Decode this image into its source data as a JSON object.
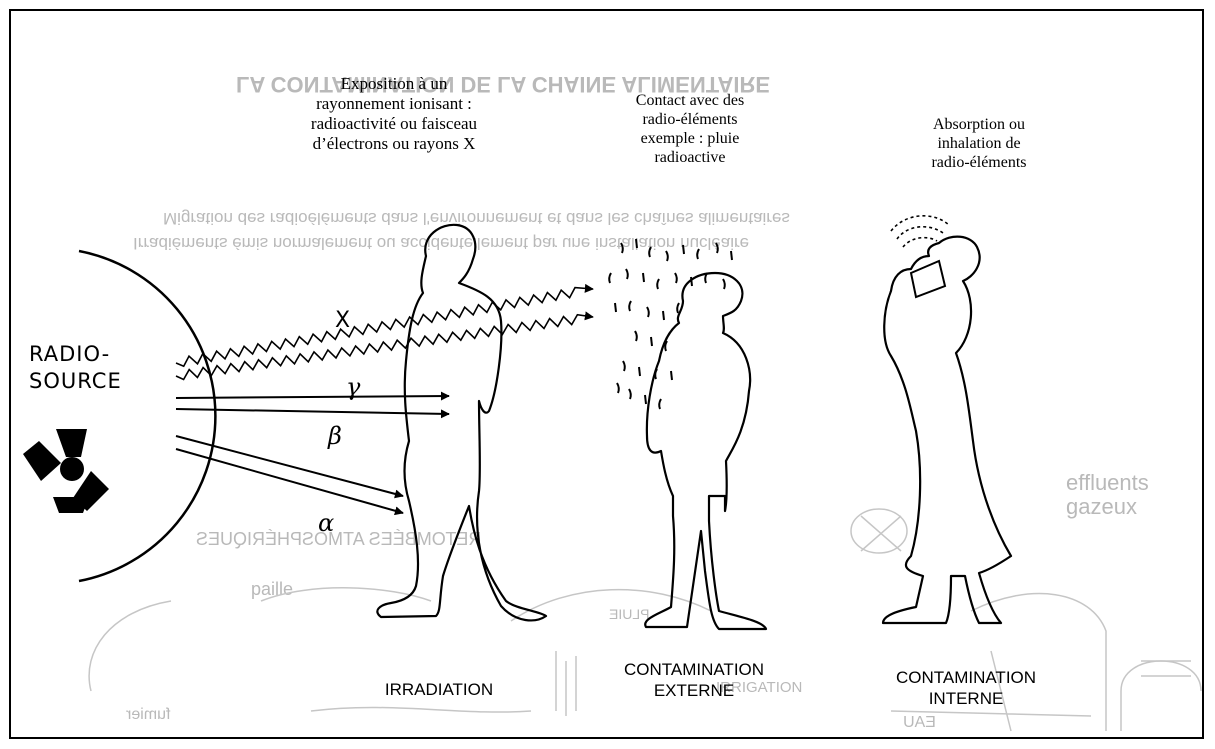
{
  "background_text": {
    "title": "LA CONTAMINATION DE LA CHAINE ALIMENTAIRE",
    "line1": "Migration des radioéléments dans l'environnement et dans les chaînes alimentaires",
    "line2": "Irradiéments émis normalement ou accidentellement par une installation nucléaire",
    "effluents": "effluents\ngazeux",
    "retombees": "RETOMBÉES ATMOSPHÉRIQUES",
    "paille": "paille",
    "fumier": "fumier",
    "irrigation": "IRRIGATION",
    "pluie": "PLUIE",
    "eau": "EAU"
  },
  "captions": {
    "irradiation": "Exposition à un\nrayonnement ionisant :\nradioactivité ou faisceau\nd’électrons ou rayons X",
    "contact": "Contact avec des\nradio-éléments\nexemple : pluie\nradioactive",
    "absorption": "Absorption ou\ninhalation de\nradio-éléments"
  },
  "source_label": "RADIO-\nSOURCE",
  "rays": {
    "x": "X",
    "gamma": "γ",
    "beta": "β",
    "alpha": "α"
  },
  "labels": {
    "irradiation": "IRRADIATION",
    "externe": "CONTAMINATION\nEXTERNE",
    "interne": "CONTAMINATION\nINTERNE"
  },
  "colors": {
    "ink": "#000000",
    "ghost": "#b9b9b9",
    "paper": "#ffffff"
  }
}
